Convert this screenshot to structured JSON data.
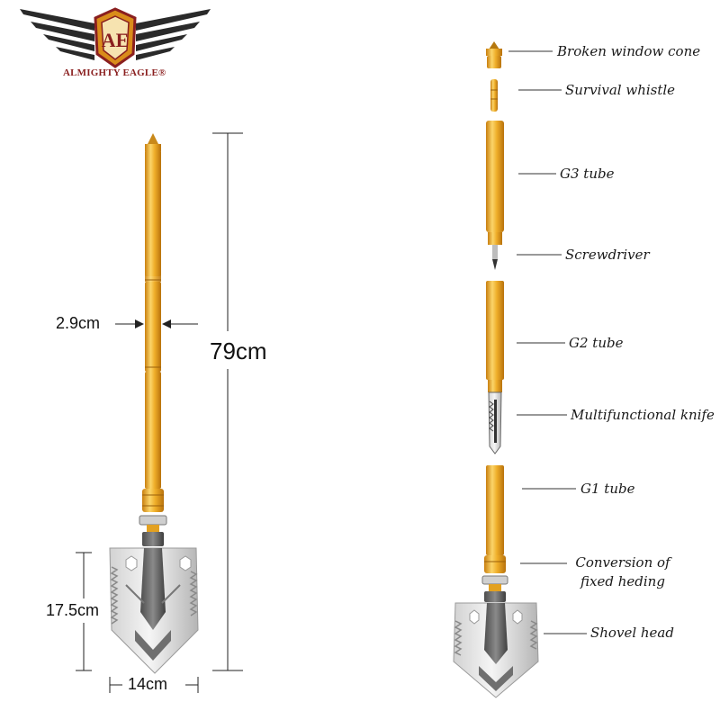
{
  "brand": {
    "name": "ALMIGHTY EAGLE®",
    "monogram": "AE"
  },
  "dimensions": {
    "diameter": "2.9cm",
    "total_length": "79cm",
    "head_length": "17.5cm",
    "head_width": "14cm"
  },
  "callouts": [
    "Broken window cone",
    "Survival whistle",
    "G3 tube",
    "Screwdriver",
    "G2 tube",
    "Multifunctional knife",
    "G1 tube",
    "Conversion of fixed heding",
    "Shovel head"
  ],
  "colors": {
    "tube_gold": "#E9A11D",
    "tube_highlight": "#FBD56A",
    "steel": "#C9C9C9",
    "logo_red": "#8A1F1F",
    "logo_gold": "#D98C1A"
  }
}
